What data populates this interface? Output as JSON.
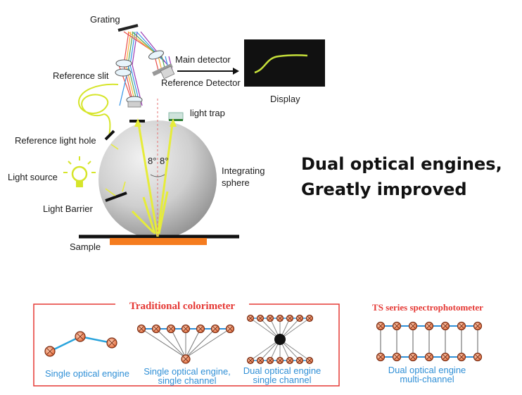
{
  "labels": {
    "grating": "Grating",
    "reference_slit": "Reference slit",
    "main_detector": "Main detector",
    "reference_detector": "Reference Detector",
    "display": "Display",
    "light_trap": "light trap",
    "reference_light_hole": "Reference light hole",
    "light_source": "Light source",
    "integrating_sphere_line1": "Integrating",
    "integrating_sphere_line2": "sphere",
    "light_barrier": "Light Barrier",
    "sample": "Sample",
    "angle_left": "8°",
    "angle_right": "8°"
  },
  "tagline": {
    "line1": "Dual optical engines,",
    "line2": "Greatly improved"
  },
  "traditional": {
    "title": "Traditional colorimeter",
    "caption1": "Single optical engine",
    "caption2_line1": "Single optical engine,",
    "caption2_line2": "single channel",
    "caption3_line1": "Dual optical engine",
    "caption3_line2": "single channel"
  },
  "ts_series": {
    "title": "TS series spectrophotometer",
    "caption_line1": "Dual optical engine",
    "caption_line2": "multi-channel"
  },
  "colors": {
    "frame_red": "#e53935",
    "caption_blue": "#2f8fd6",
    "beam_yellow": "#e6ec3a",
    "sample_orange": "#f57c1f",
    "node_orange": "#f08a5d"
  }
}
